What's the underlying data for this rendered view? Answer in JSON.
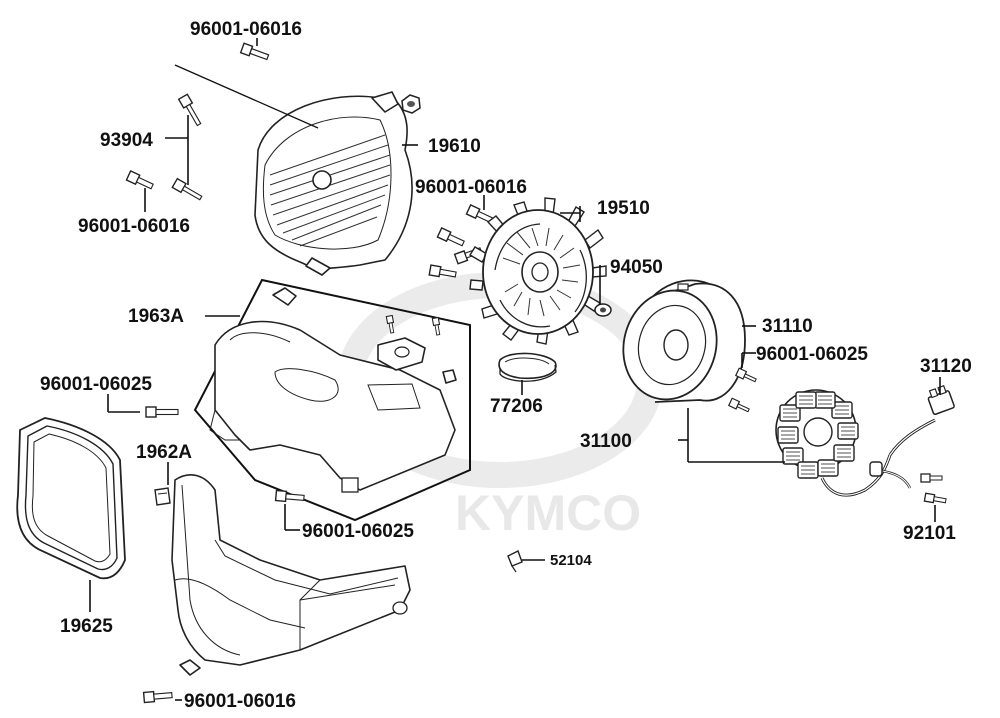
{
  "watermark": {
    "text": "KYMCO",
    "color": "#e6e6e6"
  },
  "parts": {
    "p96001_06016_top": "96001-06016",
    "p93904": "93904",
    "p96001_06016_left": "96001-06016",
    "p19610": "19610",
    "p96001_06016_mid": "96001-06016",
    "p19510": "19510",
    "p94050": "94050",
    "p1963A": "1963A",
    "p31110": "31110",
    "p96001_06025_right": "96001-06025",
    "p31120": "31120",
    "p96001_06025_left": "96001-06025",
    "p77206": "77206",
    "p31100": "31100",
    "p1962A": "1962A",
    "p96001_06025_center": "96001-06025",
    "p92101": "92101",
    "p52104": "52104",
    "p19625": "19625",
    "p96001_06016_bottom": "96001-06016"
  },
  "icons": [
    "bolt-icon",
    "screw-icon",
    "clip-icon",
    "nut-icon"
  ]
}
